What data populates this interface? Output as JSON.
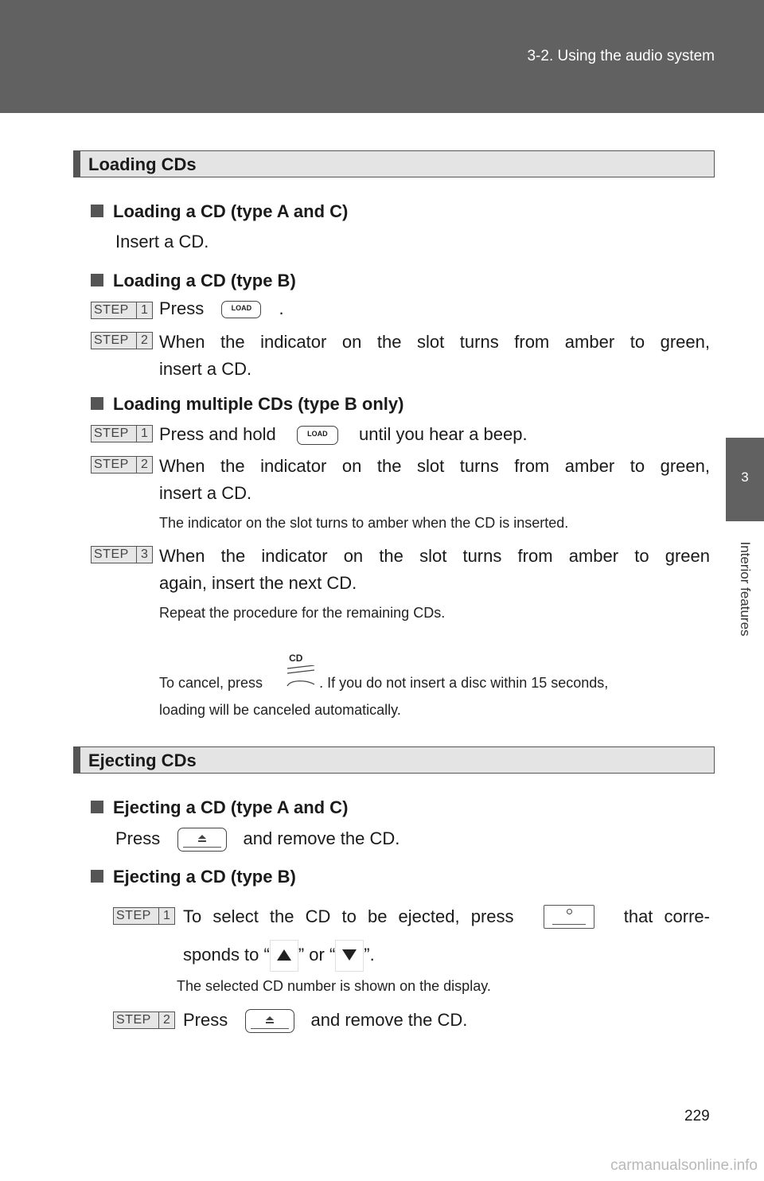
{
  "header": {
    "section": "3-2. Using the audio system"
  },
  "side_tab": {
    "number": "3",
    "label": "Interior features"
  },
  "loading": {
    "title": "Loading CDs",
    "sub_ac": "Loading a CD (type A and C)",
    "insert": "Insert a CD.",
    "sub_b": "Loading a CD (type B)",
    "b_step1_pre": "Press",
    "b_step1_post": ".",
    "b_step2_line1": "When the indicator on the slot turns from amber to green,",
    "b_step2_line2": "insert a CD.",
    "sub_multi": "Loading multiple CDs (type B only)",
    "m_step1_pre": "Press and hold",
    "m_step1_post": "until you hear a beep.",
    "m_step2_line1": "When the indicator on the slot turns from amber to green,",
    "m_step2_line2": "insert a CD.",
    "m_step2_note": "The indicator on the slot turns to amber when the CD is inserted.",
    "m_step3_line1": "When the indicator on the slot turns from amber to green",
    "m_step3_line2": "again, insert the next CD.",
    "m_step3_note": "Repeat the procedure for the remaining CDs.",
    "cancel_pre": "To cancel, press",
    "cancel_post": ". If you do not insert a disc within 15 seconds,",
    "cancel_line2": "loading will be canceled automatically."
  },
  "ejecting": {
    "title": "Ejecting CDs",
    "sub_ac": "Ejecting a CD (type A and C)",
    "ac_pre": "Press",
    "ac_post": "and remove the CD.",
    "sub_b": "Ejecting a CD (type B)",
    "b_step1_pre": "To select the CD to be ejected, press",
    "b_step1_post": "that corre-",
    "b_step1_line2_a": "sponds to “",
    "b_step1_line2_b": "” or “",
    "b_step1_line2_c": "”.",
    "b_step1_note": "The selected CD number is shown on the display.",
    "b_step2_pre": "Press",
    "b_step2_post": "and remove the CD."
  },
  "labels": {
    "step": "STEP",
    "n1": "1",
    "n2": "2",
    "n3": "3",
    "load": "LOAD",
    "cd": "CD"
  },
  "page_number": "229",
  "watermark": "carmanualsonline.info"
}
